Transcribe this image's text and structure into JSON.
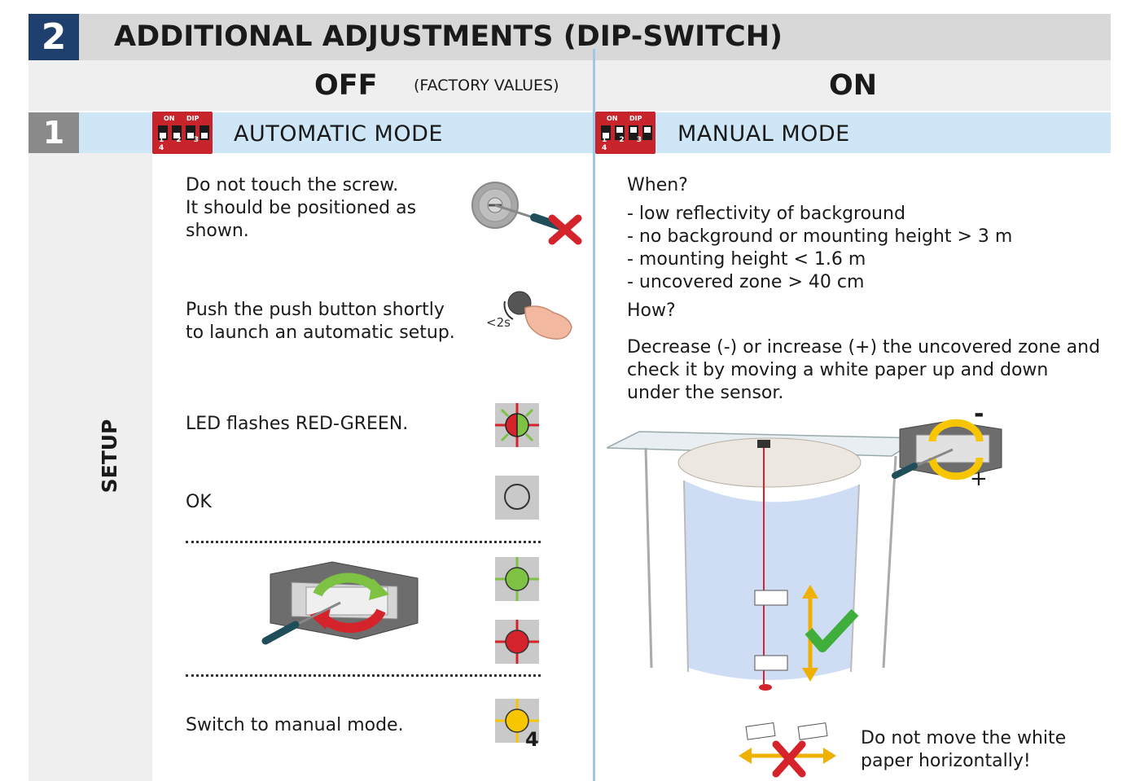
{
  "header": {
    "section_number": "2",
    "title": "ADDITIONAL ADJUSTMENTS (DIP-SWITCH)"
  },
  "columns": {
    "off_label": "OFF",
    "factory_values": "(FACTORY VALUES)",
    "on_label": "ON"
  },
  "mode_row": {
    "number": "1",
    "automatic": "AUTOMATIC MODE",
    "manual": "MANUAL MODE",
    "dip_on": "ON",
    "dip_dip": "DIP",
    "dip_numbers": "1 2 3 4"
  },
  "side": {
    "setup": "SETUP"
  },
  "left": {
    "step1_line1": "Do not touch the screw.",
    "step1_line2": "It should be positioned as",
    "step1_line3": "shown.",
    "step2_line1": "Push the push button shortly",
    "step2_line2": "to launch an automatic setup.",
    "timer_label": "<2s",
    "step3": "LED flashes RED-GREEN.",
    "step4": "OK",
    "step5": "Switch to manual mode.",
    "dip_number": "4"
  },
  "right": {
    "when": "When?",
    "cond1": "- low reflectivity of background",
    "cond2": "- no background or mounting height > 3 m",
    "cond3": "- mounting height < 1.6 m",
    "cond4": "- uncovered zone > 40 cm",
    "how": "How?",
    "how1": "Decrease (-) or increase (+) the uncovered zone and",
    "how2": "check it by moving a white paper up and down",
    "how3": "under the sensor.",
    "minus": "-",
    "plus": "+",
    "warn1": "Do not move the white",
    "warn2": "paper horizontally!"
  },
  "colors": {
    "section_blue": "#1f3f6e",
    "band_gray": "#d8d8d8",
    "mode_band_blue": "#cfe6f6",
    "dip_red": "#c7242b",
    "led_green": "#7dc242",
    "led_red": "#d4232b",
    "led_yellow": "#f7c600"
  }
}
